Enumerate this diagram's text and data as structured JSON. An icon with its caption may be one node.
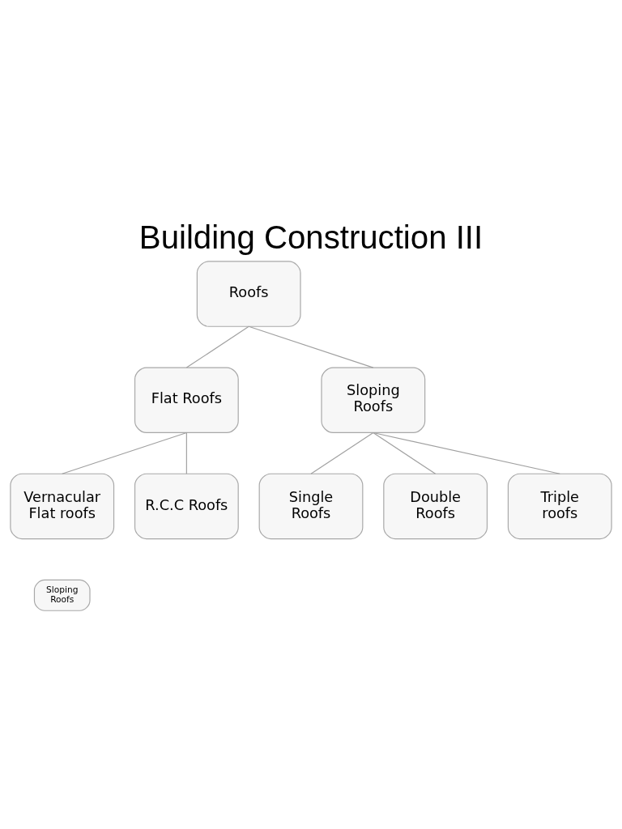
{
  "diagram": {
    "title": "Building Construction III",
    "nodes": [
      {
        "text": [
          "Roofs"
        ]
      },
      {
        "text": [
          "Flat Roofs"
        ]
      },
      {
        "text": [
          "Sloping Roofs"
        ]
      },
      {
        "text": [
          "Vernacular Flat roofs"
        ]
      },
      {
        "text": [
          "R.C.C Roofs"
        ]
      },
      {
        "text": [
          "Single Roofs"
        ]
      },
      {
        "text": [
          "Double Roofs"
        ]
      },
      {
        "text": [
          "Triple roofs"
        ]
      },
      {
        "text": [
          "Sloping Roofs"
        ]
      }
    ],
    "edges": [
      {
        "from": 0,
        "to": 1,
        "arrow": "none"
      },
      {
        "from": 0,
        "to": 2,
        "arrow": "none"
      },
      {
        "from": 1,
        "to": 3,
        "arrow": "none"
      },
      {
        "from": 1,
        "to": 4,
        "arrow": "none"
      },
      {
        "from": 2,
        "to": 5,
        "arrow": "none"
      },
      {
        "from": 2,
        "to": 6,
        "arrow": "none"
      },
      {
        "from": 2,
        "to": 7,
        "arrow": "none"
      }
    ]
  }
}
